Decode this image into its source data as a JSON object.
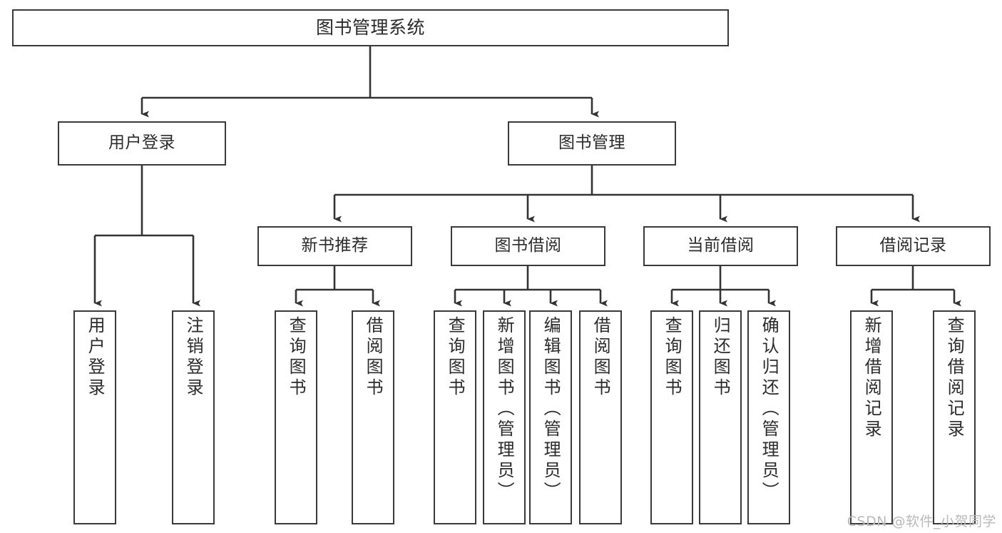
{
  "diagram": {
    "title": "图书管理系统",
    "type": "tree-hierarchy",
    "orientation": "top-down",
    "colors": {
      "box_border": "#3a3a3a",
      "box_fill": "#ffffff",
      "edge": "#333333",
      "text": "#2b2b2b",
      "watermark": "#b9b9b9"
    }
  },
  "nodes": {
    "root": {
      "label": "图书管理系统",
      "level": 1
    },
    "l2": [
      {
        "id": "user-login",
        "label": "用户登录",
        "level": 2
      },
      {
        "id": "book-manage",
        "label": "图书管理",
        "level": 2
      }
    ],
    "l3": [
      {
        "id": "new-book-rec",
        "label": "新书推荐",
        "level": 3
      },
      {
        "id": "book-borrow",
        "label": "图书借阅",
        "level": 3
      },
      {
        "id": "current-borrow",
        "label": "当前借阅",
        "level": 3
      },
      {
        "id": "borrow-record",
        "label": "借阅记录",
        "level": 3
      }
    ],
    "leaves": [
      {
        "id": "leaf-user-login",
        "label": "用户登录",
        "parent": "user-login"
      },
      {
        "id": "leaf-logout",
        "label": "注销登录",
        "parent": "user-login"
      },
      {
        "id": "leaf-query-book-1",
        "label": "查询图书",
        "parent": "new-book-rec"
      },
      {
        "id": "leaf-borrow-book-1",
        "label": "借阅图书",
        "parent": "new-book-rec"
      },
      {
        "id": "leaf-query-book-2",
        "label": "查询图书",
        "parent": "book-borrow"
      },
      {
        "id": "leaf-add-book",
        "label": "新增图书（管理员）",
        "parent": "book-borrow"
      },
      {
        "id": "leaf-edit-book",
        "label": "编辑图书（管理员）",
        "parent": "book-borrow"
      },
      {
        "id": "leaf-borrow-book-2",
        "label": "借阅图书",
        "parent": "book-borrow"
      },
      {
        "id": "leaf-query-book-3",
        "label": "查询图书",
        "parent": "current-borrow"
      },
      {
        "id": "leaf-return-book",
        "label": "归还图书",
        "parent": "current-borrow"
      },
      {
        "id": "leaf-confirm-return",
        "label": "确认归还（管理员）",
        "parent": "current-borrow"
      },
      {
        "id": "leaf-add-record",
        "label": "新增借阅记录",
        "parent": "borrow-record"
      },
      {
        "id": "leaf-query-record",
        "label": "查询借阅记录",
        "parent": "borrow-record"
      }
    ]
  },
  "watermark": {
    "text": "CSDN @软件_小贺同学"
  }
}
